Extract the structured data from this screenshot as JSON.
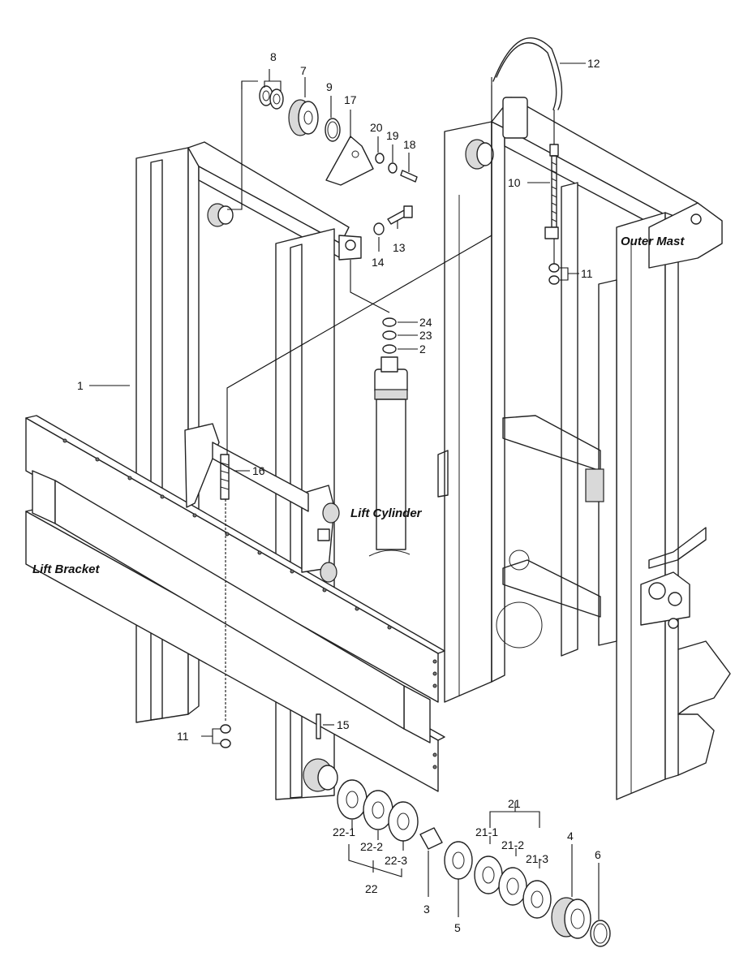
{
  "labels": {
    "outer_mast": "Outer Mast",
    "lift_cylinder": "Lift Cylinder",
    "lift_bracket": "Lift Bracket"
  },
  "callouts": {
    "c1": "1",
    "c2": "2",
    "c3": "3",
    "c4": "4",
    "c5": "5",
    "c6": "6",
    "c7": "7",
    "c8": "8",
    "c9": "9",
    "c10": "10",
    "c11a": "11",
    "c11b": "11",
    "c12": "12",
    "c13": "13",
    "c14": "14",
    "c15": "15",
    "c16": "16",
    "c17": "17",
    "c18": "18",
    "c19": "19",
    "c20": "20",
    "c21": "21",
    "c21_1": "21-1",
    "c21_2": "21-2",
    "c21_3": "21-3",
    "c22": "22",
    "c22_1": "22-1",
    "c22_2": "22-2",
    "c22_3": "22-3",
    "c23": "23",
    "c24": "24"
  }
}
